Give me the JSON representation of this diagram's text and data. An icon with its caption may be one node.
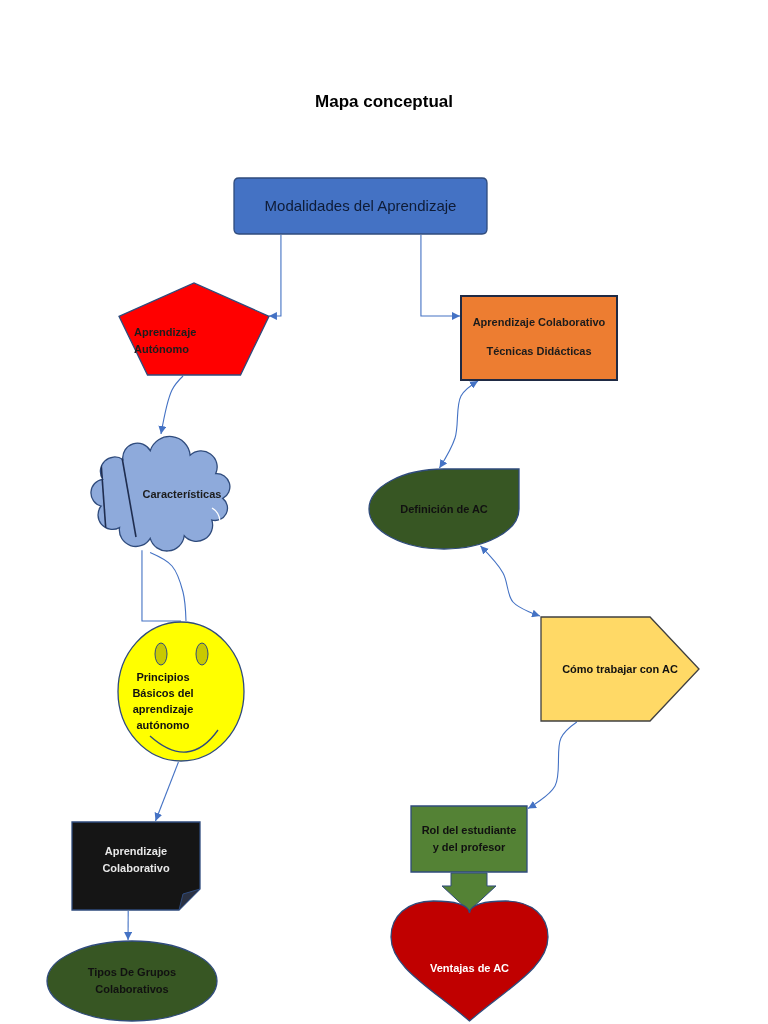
{
  "diagram": {
    "title": "Mapa conceptual",
    "nodes": [
      {
        "text": [
          "Modalidades del Aprendizaje"
        ]
      },
      {
        "text": [
          "Aprendizaje Autónomo"
        ]
      },
      {
        "text": [
          "Aprendizaje Colaborativo",
          "Técnicas Didácticas"
        ]
      },
      {
        "text": [
          "Características"
        ]
      },
      {
        "text": [
          "Definición de AC"
        ]
      },
      {
        "text": [
          "Cómo trabajar con AC"
        ]
      },
      {
        "text": [
          "Principios Básicos del aprendizaje autónomo"
        ]
      },
      {
        "text": [
          "Aprendizaje Colaborativo"
        ]
      },
      {
        "text": [
          "Rol del estudiante y del profesor"
        ]
      },
      {
        "text": [
          "Ventajas de AC"
        ]
      },
      {
        "text": [
          "Tipos De Grupos Colaborativos"
        ]
      }
    ],
    "edges": [
      {
        "from": 0,
        "to": 1,
        "arrow": "to"
      },
      {
        "from": 0,
        "to": 2,
        "arrow": "to"
      },
      {
        "from": 1,
        "to": 3,
        "arrow": "to"
      },
      {
        "from": 2,
        "to": 4,
        "arrow": "both"
      },
      {
        "from": 3,
        "to": 6,
        "arrow": "none"
      },
      {
        "from": 3,
        "to": 6,
        "arrow": "none"
      },
      {
        "from": 4,
        "to": 5,
        "arrow": "both"
      },
      {
        "from": 5,
        "to": 8,
        "arrow": "to"
      },
      {
        "from": 6,
        "to": 7,
        "arrow": "to"
      },
      {
        "from": 7,
        "to": 10,
        "arrow": "to"
      },
      {
        "from": 8,
        "to": 9,
        "arrow": "to",
        "style": "thick",
        "color": "#548235"
      }
    ]
  }
}
